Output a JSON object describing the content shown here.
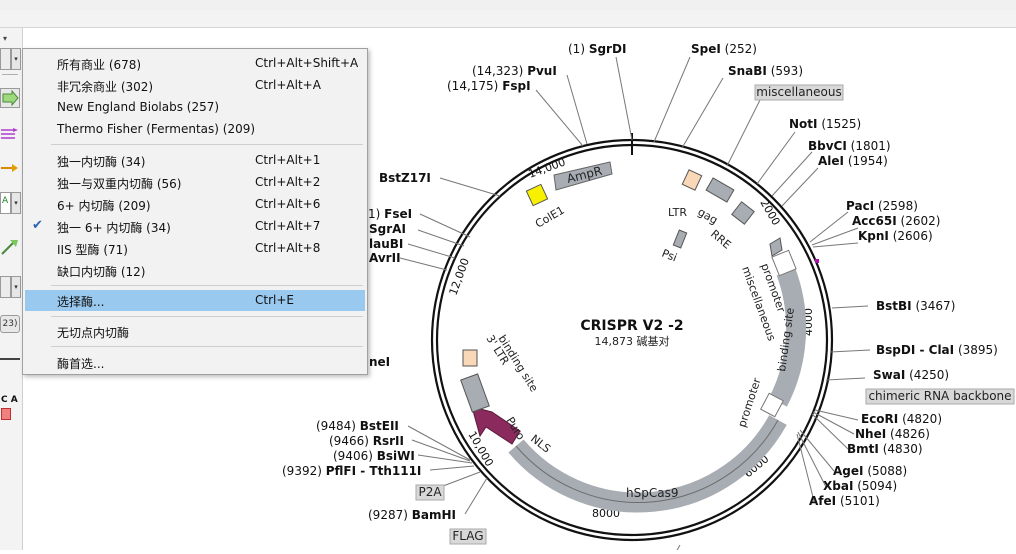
{
  "map": {
    "title": "CRISPR V2 -2",
    "length_text": "14,873 碱基对",
    "colors": {
      "feature_gray": "#a7adb3",
      "primer_outline": "#6d6d6d",
      "puro": "#8b2a5c",
      "origin_yellow": "#f7f000",
      "promoter_peach": "#f9d8b8",
      "accent_purple": "#b010b0"
    },
    "ticks": [
      "2000",
      "4000",
      "6000",
      "8000",
      "10,000",
      "12,000",
      "14,000"
    ],
    "features": {
      "ampr": "AmpR",
      "cole1": "ColE1",
      "ltr": "LTR",
      "gag": "gag",
      "rre": "RRE",
      "psi": "Psi",
      "promoter_misc_top": "promoter",
      "miscellaneous_top": "miscellaneous",
      "binding_site_right": "binding site",
      "promoter_right": "promoter",
      "hspcas9": "hSpCas9",
      "nls": "NLS",
      "puro": "Puro",
      "binding_site_left": "binding site",
      "ltr3": "3' LTR"
    },
    "outside_labels": {
      "sgrdi": {
        "pos": "(1)",
        "name": "SgrDI"
      },
      "spei": {
        "name": "SpeI",
        "pos": "(252)"
      },
      "snabi": {
        "name": "SnaBI",
        "pos": "(593)"
      },
      "misc_box": "miscellaneous",
      "noti": {
        "name": "NotI",
        "pos": "(1525)"
      },
      "bbvci": {
        "name": "BbvCI",
        "pos": "(1801)"
      },
      "alei": {
        "name": "AleI",
        "pos": "(1954)"
      },
      "paci": {
        "name": "PacI",
        "pos": "(2598)"
      },
      "acc65i": {
        "name": "Acc65I",
        "pos": "(2602)"
      },
      "kpni": {
        "name": "KpnI",
        "pos": "(2606)"
      },
      "bstbi": {
        "name": "BstBI",
        "pos": "(3467)"
      },
      "bspdi": {
        "name": "BspDI - ClaI",
        "pos": "(3895)"
      },
      "swai": {
        "name": "SwaI",
        "pos": "(4250)"
      },
      "chimeric_box": "chimeric RNA backbone",
      "ecori": {
        "name": "EcoRI",
        "pos": "(4820)"
      },
      "nhei": {
        "name": "NheI",
        "pos": "(4826)"
      },
      "bmti": {
        "name": "BmtI",
        "pos": "(4830)"
      },
      "agei": {
        "name": "AgeI",
        "pos": "(5088)"
      },
      "xbai": {
        "name": "XbaI",
        "pos": "(5094)"
      },
      "afei": {
        "name": "AfeI",
        "pos": "(5101)"
      },
      "bamhi": {
        "pos": "(9287)",
        "name": "BamHI"
      },
      "flag_box": "FLAG",
      "p2a_box": "P2A",
      "pflfi": {
        "pos": "(9392)",
        "name": "PflFI - Tth111I"
      },
      "bsiwi": {
        "pos": "(9406)",
        "name": "BsiWI"
      },
      "rsrii": {
        "pos": "(9466)",
        "name": "RsrII"
      },
      "bsteii": {
        "pos": "(9484)",
        "name": "BstEII"
      },
      "pvui": {
        "pos": "(14,323)",
        "name": "PvuI"
      },
      "fspi": {
        "pos": "(14,175)",
        "name": "FspI"
      },
      "bstz17i": {
        "name": "BstZ17I"
      },
      "fsei": {
        "pos": "1)",
        "name": "FseI"
      },
      "sgrai": {
        "name": "SgrAI"
      },
      "maubi": {
        "name": "lauBI"
      },
      "avrii": {
        "name": "AvrII"
      },
      "nei": {
        "name": "neI"
      }
    }
  },
  "menu": {
    "items": [
      {
        "label": "所有商业 (678)",
        "shortcut": "Ctrl+Alt+Shift+A"
      },
      {
        "label": "非冗余商业 (302)",
        "shortcut": "Ctrl+Alt+A"
      },
      {
        "label": "New England Biolabs (257)",
        "shortcut": ""
      },
      {
        "label": "Thermo Fisher (Fermentas) (209)",
        "shortcut": ""
      },
      {
        "label": "独一内切酶 (34)",
        "shortcut": "Ctrl+Alt+1"
      },
      {
        "label": "独一与双重内切酶 (56)",
        "shortcut": "Ctrl+Alt+2"
      },
      {
        "label": "6+ 内切酶 (209)",
        "shortcut": "Ctrl+Alt+6"
      },
      {
        "label": "独一 6+ 内切酶 (34)",
        "shortcut": "Ctrl+Alt+7",
        "checked": true
      },
      {
        "label": "IIS 型酶 (71)",
        "shortcut": "Ctrl+Alt+8"
      },
      {
        "label": "缺口内切酶 (12)",
        "shortcut": ""
      },
      {
        "label": "选择酶...",
        "shortcut": "Ctrl+E",
        "highlighted": true
      },
      {
        "label": "无切点内切酶",
        "shortcut": ""
      },
      {
        "label": "酶首选...",
        "shortcut": ""
      }
    ]
  },
  "left_toolbar": {
    "badge": "23)",
    "c_a": "C A"
  }
}
